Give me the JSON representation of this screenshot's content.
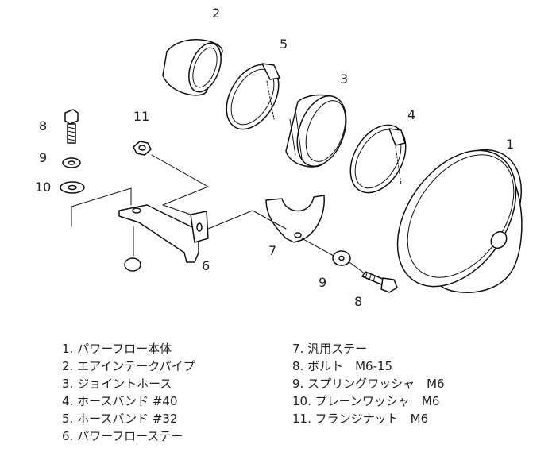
{
  "callouts": {
    "c1": "1",
    "c2": "2",
    "c3": "3",
    "c4": "4",
    "c5": "5",
    "c6": "6",
    "c7": "7",
    "c8a": "8",
    "c8b": "8",
    "c9a": "9",
    "c9b": "9",
    "c10": "10",
    "c11": "11"
  },
  "parts": [
    "1. パワーフロー本体",
    "2. エアインテークパイプ",
    "3. ジョイントホース",
    "4. ホースバンド #40",
    "5. ホースバンド #32",
    "6. パワーフローステー",
    "7. 汎用ステー",
    "8. ボルト　M6-15",
    "9. スプリングワッシャ　M6",
    "10. プレーンワッシャ　M6",
    "11. フランジナット　M6"
  ]
}
